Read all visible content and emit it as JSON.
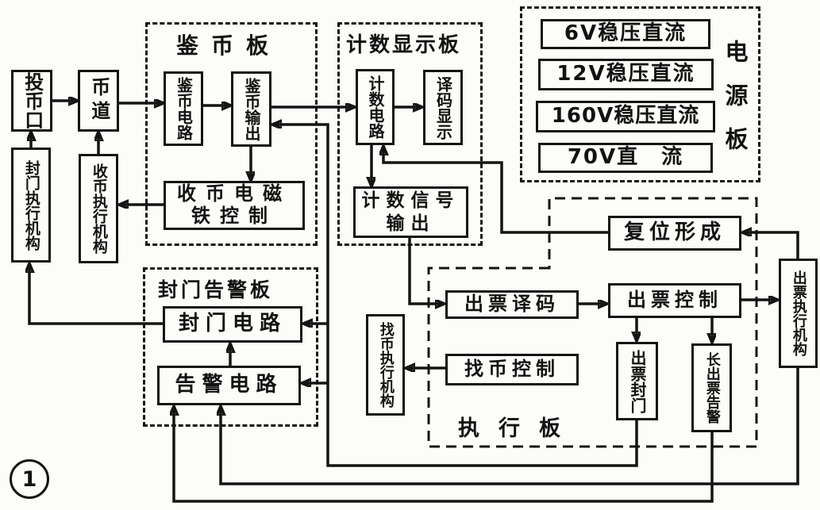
{
  "figure": {
    "number": "1"
  },
  "boards": {
    "coin_check": {
      "label": "鉴币板"
    },
    "counter_display": {
      "label": "计数显示板"
    },
    "power": {
      "label": "电源板"
    },
    "door_alarm": {
      "label": "封门告警板"
    },
    "execution": {
      "label": "执行板"
    }
  },
  "blocks": {
    "coin_slot": {
      "label": "投币口"
    },
    "coin_channel": {
      "label": "币道"
    },
    "door_seal_actuator": {
      "label": "封门执行机构"
    },
    "coin_collect_actuator": {
      "label": "收币执行机构"
    },
    "coin_check_circuit": {
      "label": "鉴币电路"
    },
    "coin_check_output": {
      "label": "鉴币输出"
    },
    "coin_magnet_control": {
      "label": "收币电磁铁控制"
    },
    "count_circuit": {
      "label": "计数电路"
    },
    "decode_display": {
      "label": "译码显示"
    },
    "count_signal_output": {
      "label": "计数信号输出"
    },
    "power_6v": {
      "label": "6V稳压直流"
    },
    "power_12v": {
      "label": "12V稳压直流"
    },
    "power_160v": {
      "label": "160V稳压直流"
    },
    "power_70v": {
      "label": "70V直　流"
    },
    "door_seal_circuit": {
      "label": "封门电路"
    },
    "alarm_circuit": {
      "label": "告警电路"
    },
    "reset_forming": {
      "label": "复位形成"
    },
    "ticket_decode": {
      "label": "出票译码"
    },
    "ticket_control": {
      "label": "出票控制"
    },
    "change_control": {
      "label": "找币控制"
    },
    "change_actuator": {
      "label": "找币执行机构"
    },
    "ticket_door_seal": {
      "label": "出票封门"
    },
    "long_ticket_alarm": {
      "label": "长出票告警"
    },
    "ticket_actuator": {
      "label": "出票执行机构"
    }
  }
}
